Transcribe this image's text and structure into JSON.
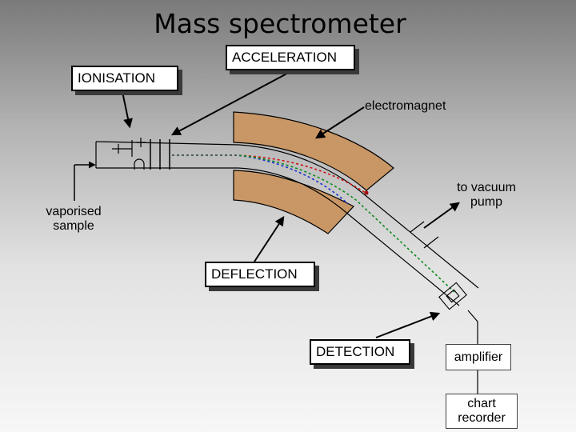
{
  "title": "Mass spectrometer",
  "stage_labels": {
    "ionisation": "IONISATION",
    "acceleration": "ACCELERATION",
    "deflection": "DEFLECTION",
    "detection": "DETECTION"
  },
  "component_labels": {
    "electromagnet": "electromagnet",
    "vacuum_line1": "to vacuum",
    "vacuum_line2": "pump",
    "sample_line1": "vaporised",
    "sample_line2": "sample",
    "amplifier": "amplifier",
    "recorder_line1": "chart",
    "recorder_line2": "recorder"
  },
  "colors": {
    "magnet": "#c99766",
    "beam_red": "#d01010",
    "beam_blue": "#1a2fd0",
    "beam_green": "#0c8a1c",
    "box_shadow": "#3a3a3a"
  }
}
